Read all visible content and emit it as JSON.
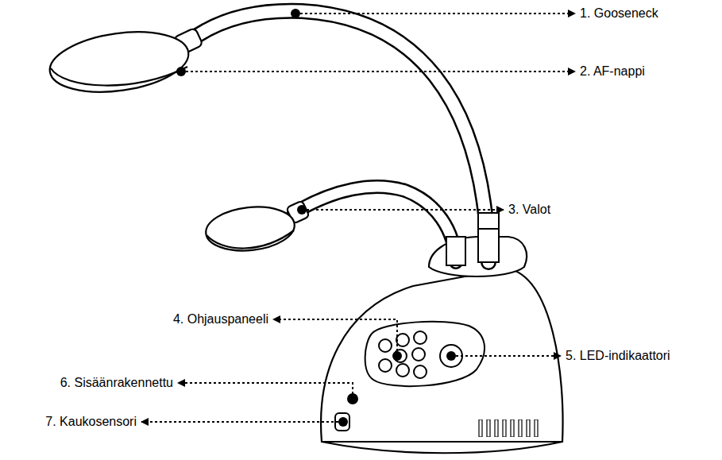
{
  "diagram": {
    "labels": [
      "1. Gooseneck",
      "2. AF-nappi",
      "3. Valot",
      "4. Ohjauspaneeli",
      "5. LED-indikaattori",
      "6. Sisäänrakennettu",
      "7. Kaukosensori"
    ]
  }
}
